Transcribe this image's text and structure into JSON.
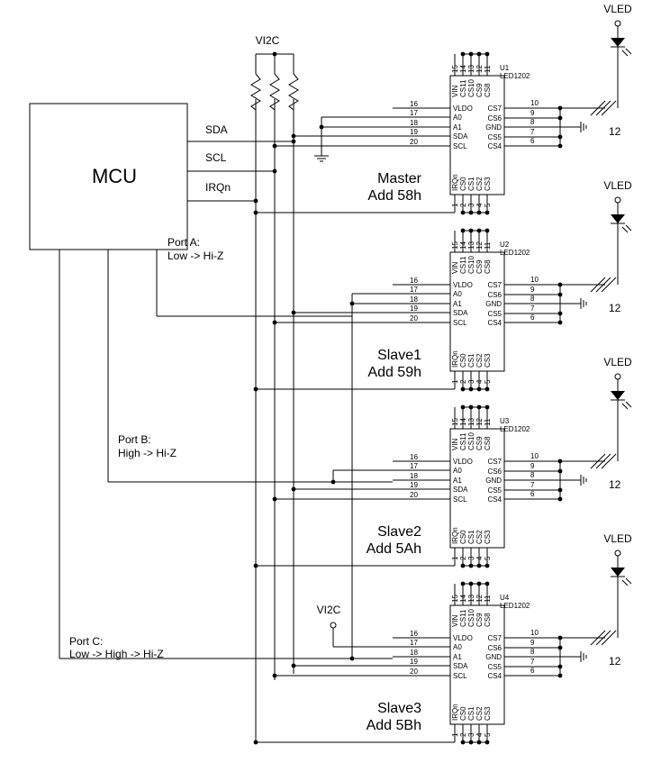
{
  "mcu": {
    "label": "MCU",
    "sda": "SDA",
    "scl": "SCL",
    "irq": "IRQn"
  },
  "vi2c_label": "VI2C",
  "vled_label": "VLED",
  "bus_width_label": "12",
  "ports": [
    {
      "line1": "Port A:",
      "line2": "Low -> Hi-Z"
    },
    {
      "line1": "Port B:",
      "line2": "High -> Hi-Z"
    },
    {
      "line1": "Port C:",
      "line2": "Low -> High -> Hi-Z"
    }
  ],
  "chips": [
    {
      "ref": "U1",
      "part": "LED1202",
      "role": "Master",
      "addr": "Add 58h"
    },
    {
      "ref": "U2",
      "part": "LED1202",
      "role": "Slave1",
      "addr": "Add 59h"
    },
    {
      "ref": "U3",
      "part": "LED1202",
      "role": "Slave2",
      "addr": "Add 5Ah"
    },
    {
      "ref": "U4",
      "part": "LED1202",
      "role": "Slave3",
      "addr": "Add 5Bh"
    }
  ],
  "pins": {
    "top_numbers": [
      "15",
      "14",
      "13",
      "12",
      "11"
    ],
    "top_names": [
      "VIN",
      "CS11",
      "CS10",
      "CS9",
      "CS8"
    ],
    "left_numbers": [
      "16",
      "17",
      "18",
      "19",
      "20"
    ],
    "left_names": [
      "VLDO",
      "A0",
      "A1",
      "SDA",
      "SCL"
    ],
    "right_numbers": [
      "10",
      "9",
      "8",
      "7",
      "6"
    ],
    "right_names": [
      "CS7",
      "CS6",
      "GND",
      "CS5",
      "CS4"
    ],
    "bottom_numbers": [
      "1",
      "2",
      "3",
      "4",
      "5"
    ],
    "bottom_names": [
      "IRQn",
      "CS0",
      "CS1",
      "CS2",
      "CS3"
    ]
  }
}
